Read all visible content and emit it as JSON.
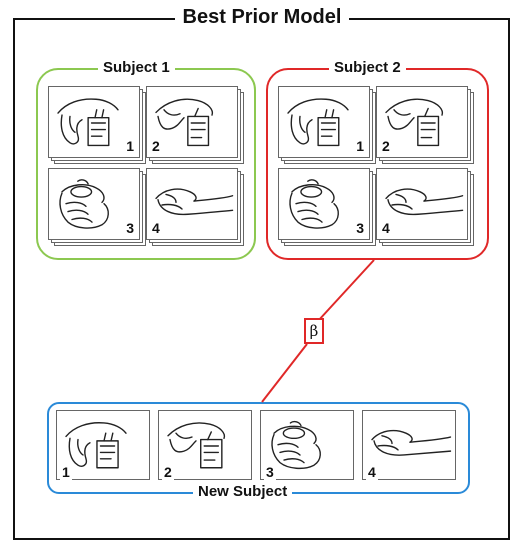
{
  "title": "Best Prior Model",
  "groups": {
    "subject1": {
      "label": "Subject 1",
      "color": "#8cc850",
      "numbers": [
        "1",
        "2",
        "3",
        "4"
      ]
    },
    "subject2": {
      "label": "Subject 2",
      "color": "#e02828",
      "numbers": [
        "1",
        "2",
        "3",
        "4"
      ]
    },
    "new_subject": {
      "label": "New Subject",
      "color": "#2a8ad8",
      "numbers": [
        "1",
        "2",
        "3",
        "4"
      ]
    }
  },
  "link": {
    "symbol": "β",
    "color": "#e02828"
  },
  "gestures": [
    "pinch-grip-icon",
    "key-grip-icon",
    "power-grasp-icon",
    "open-hand-icon"
  ]
}
